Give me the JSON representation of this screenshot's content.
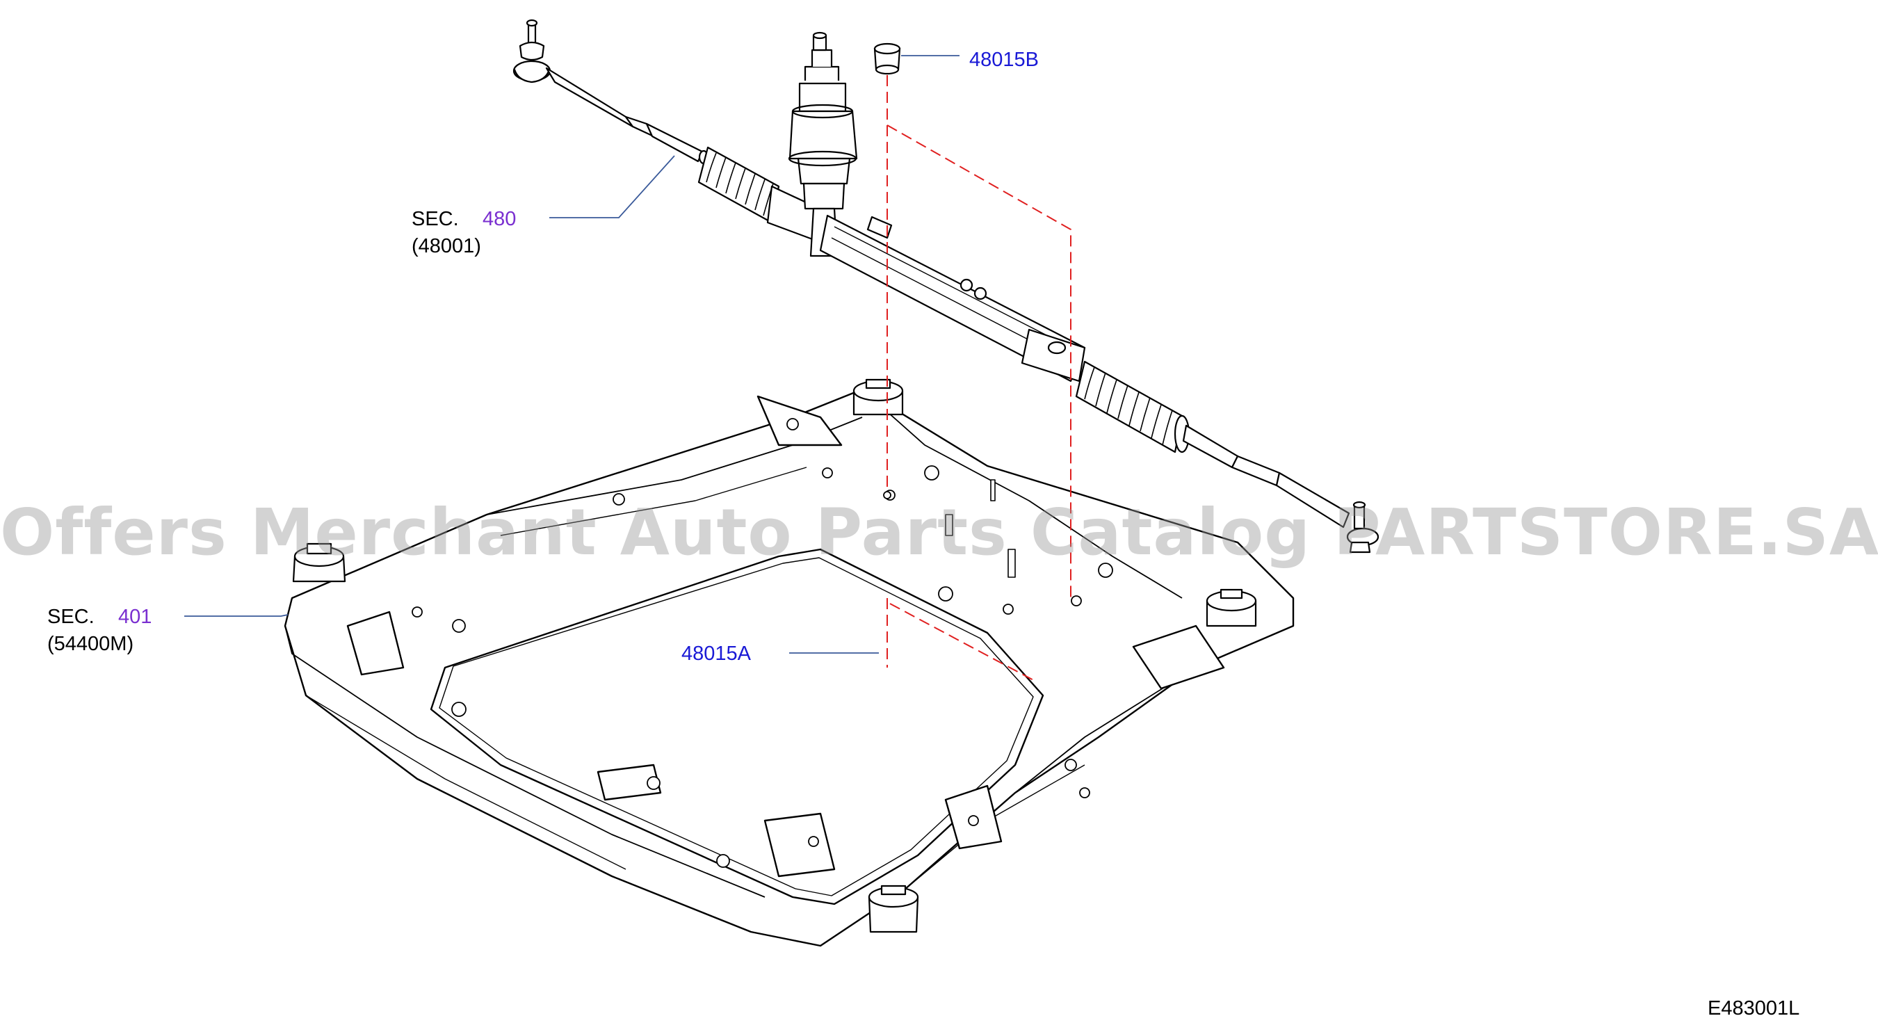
{
  "watermark": "Offers Merchant Auto Parts Catalog PARTSTORE.SA",
  "diagram_code": "E483001L",
  "callouts": {
    "nut_b": "48015B",
    "bolt_a": "48015A",
    "steering_sec_prefix": "SEC.",
    "steering_sec_number": "480",
    "steering_part": "(48001)",
    "crossmember_sec_prefix": "SEC.",
    "crossmember_sec_number": "401",
    "crossmember_part": "(54400M)"
  },
  "colors": {
    "part_number_link": "#1a1ad6",
    "section_link": "#7a2fd0",
    "leader_line": "#3a5a9a",
    "hidden_line": "#e02020",
    "outline": "#000000"
  }
}
